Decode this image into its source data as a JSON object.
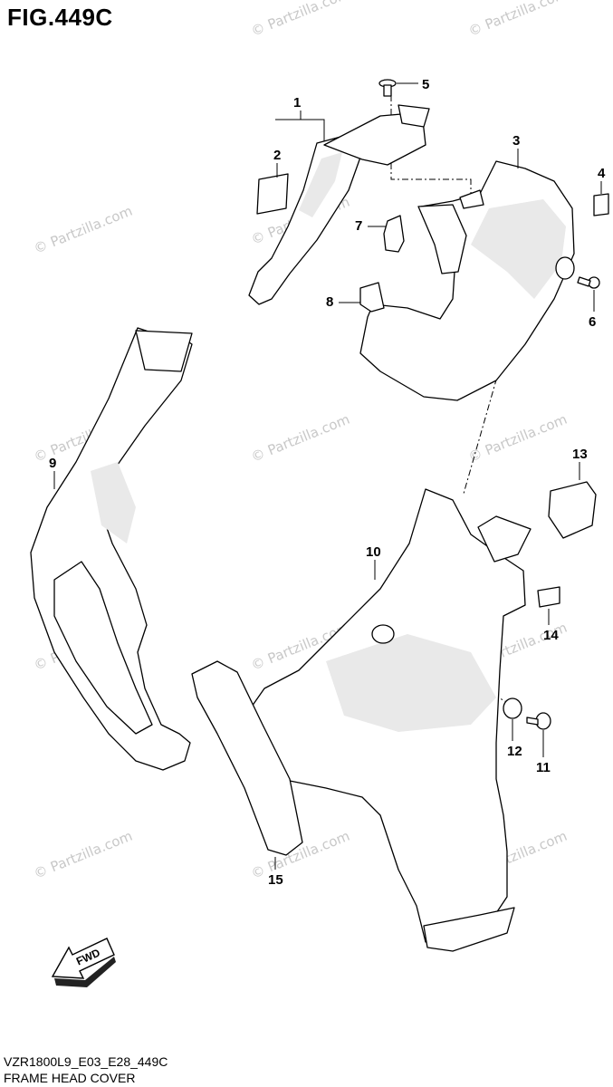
{
  "figure": {
    "title": "FIG.449C",
    "code": "VZR1800L9_E03_E28_449C",
    "name": "FRAME HEAD COVER"
  },
  "watermark": "© Partzilla.com",
  "callouts": [
    "1",
    "2",
    "3",
    "4",
    "5",
    "6",
    "7",
    "8",
    "9",
    "10",
    "11",
    "12",
    "13",
    "14",
    "15"
  ],
  "fwd_label": "FWD"
}
